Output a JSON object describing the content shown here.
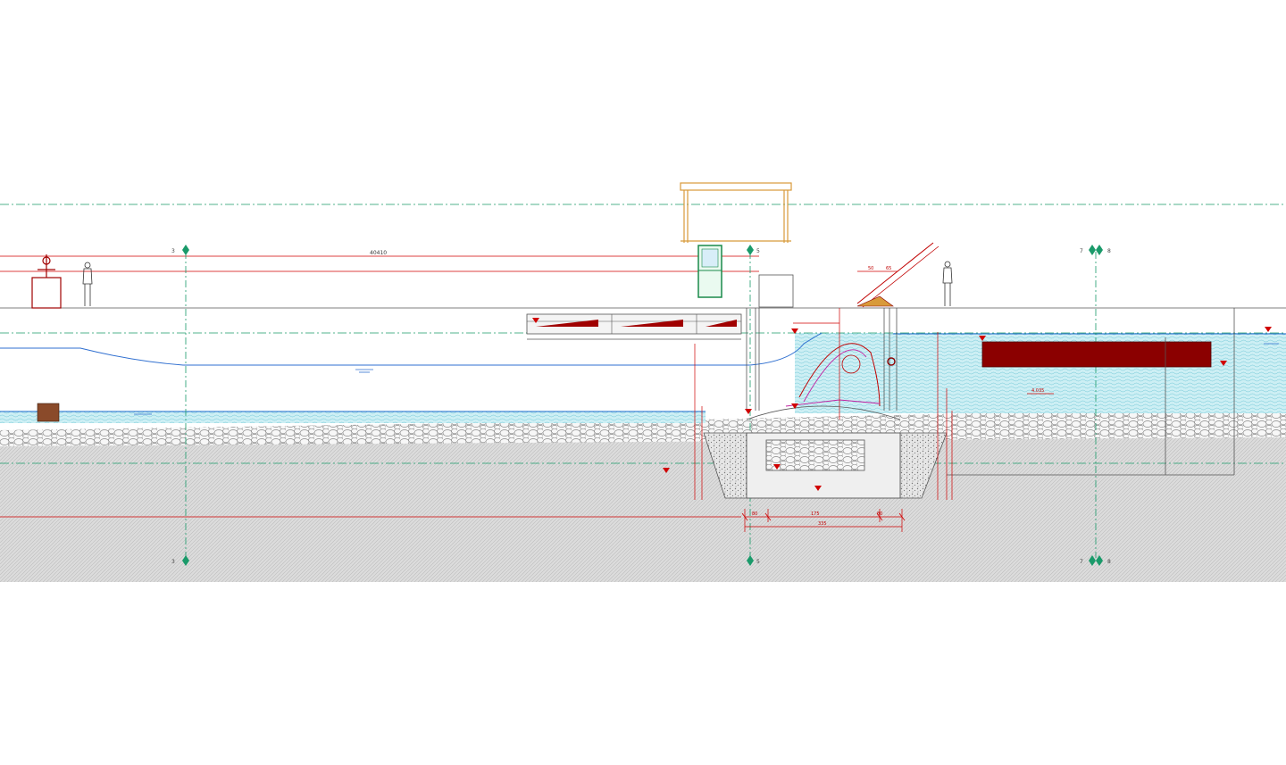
{
  "drawing": {
    "colors": {
      "background": "#ffffff",
      "ground": "#d9d9d9",
      "riprap": "#f2f2f2",
      "water": "#cfeef3",
      "water_line": "#2f6fd0",
      "dimension": "#d00000",
      "axis": "#1a9a6a",
      "beam": "#8b0000",
      "cabin_frame": "#d89a3a",
      "door": "#1a8a4a",
      "gate_magenta": "#c020a0"
    },
    "texts": {
      "top_dimension": "40410",
      "grid_left_top": "3",
      "grid_left_bottom": "3",
      "grid_mid_top": "5",
      "grid_mid_bottom": "5",
      "grid_right_top_a": "7",
      "grid_right_top_b": "8",
      "grid_right_bottom_a": "7",
      "grid_right_bottom_b": "8",
      "span_dim_a": "50",
      "span_dim_b": "65",
      "base_dim_left": "80",
      "base_dim_mid": "175",
      "base_dim_right": "80",
      "base_total": "335",
      "water_level_right": "4.035"
    }
  }
}
